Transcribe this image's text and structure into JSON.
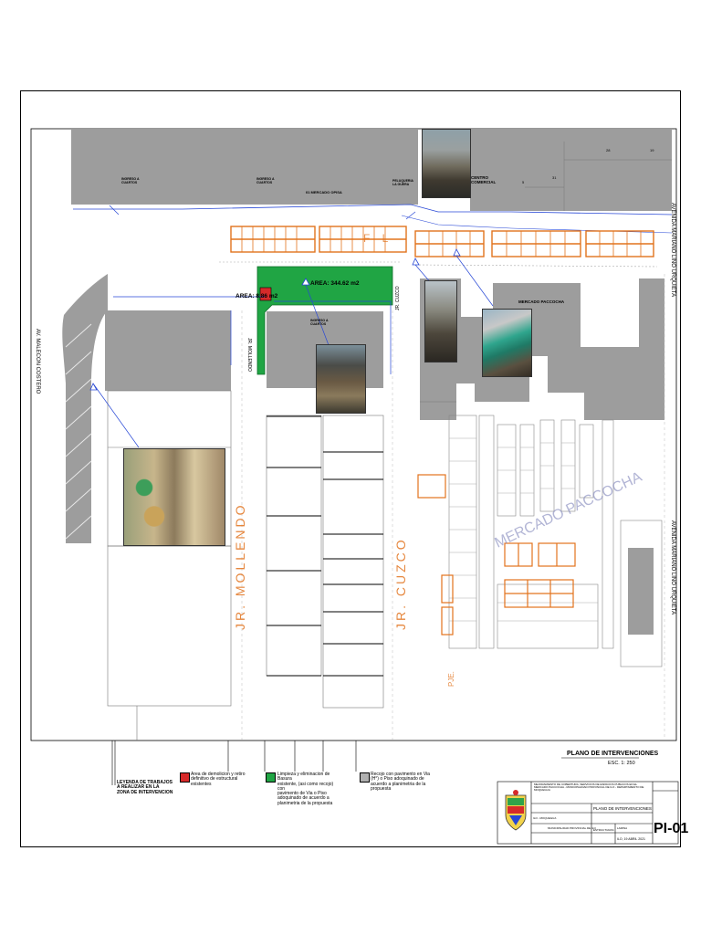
{
  "plan": {
    "labels": {
      "cuarto_a": "INGRESO A\nCUARTOS",
      "cuarto_b": "INGRESO A\nCUARTOS",
      "mercado_top": "01 MERCADO OPISA",
      "peluqueria": "PELUQUERIA\nLA GUERA",
      "centro_comercial": "CENTRO\nCOMERCIAL",
      "mercado_paccocha": "MERCADO PACCOCHA",
      "area_big": "AREA: 344.62 m2",
      "area_small": "AREA: 8.86 m2",
      "ingreso_mid": "INGRESO A\nCUARTOS",
      "jr_moliendo": "JR. MOLLENDO",
      "jr_cuzco": "JR. CUZCO",
      "av_malecon": "AV. MALECON COSTERO",
      "av_mariano": "AVENIDA MARIANO LINO URQUIETA",
      "av_mariano_2": "AVENIDA MARIANO LINO URQUIETA",
      "mercado_watermark": "MERCADO PACCOCHA",
      "jr_moliendo_top": "JR. MOLLENDO",
      "jr_cuzco_top": "JR. CUZCO",
      "pje": "PJE.",
      "num_28": "28",
      "num_19": "19",
      "num_31": "31",
      "num_5": "5",
      "top_label_letters": "F L"
    },
    "plan_title": "PLANO DE INTERVENCIONES",
    "scale": "ESC. 1: 250",
    "legend": {
      "title": "LEYENDA DE TRABAJOS\nA REALIZAR EN LA\nZONA DE INTERVENCION",
      "items": [
        {
          "color": "#d62a2a",
          "text": "Area de demolicion y retiro\ndefinitivo de estructural existentes"
        },
        {
          "color": "#20a544",
          "text": "Limpieza y eliminacion de Basura\nexistente, (asi como recojo) con\npavimento de Via o Piso\nadoquinado de acuerdo a\nplanimetria de la propuesta"
        },
        {
          "color": "#b0b0b0",
          "text": "Recojo con pavimento en Via\n(H°) o Piso adoquinado de\nacuerdo a planimetria de la\npropuesta"
        }
      ]
    },
    "title_block": {
      "sheet_code": "PI-01",
      "sheet_name": "PLANO DE INTERVENCIONES",
      "project_text": "MEJORAMIENTO DE COBERTURA, SERVICIOS DE ESPACIOS PUBLICOS EN EL MERCADO PACCOCHA - MUNICIPALIDAD PROVINCIAL DE ILO - DEPARTAMENTO DE MOQUEGUA",
      "field_1": "ILO - MOQUEGUA",
      "field_2": "MUNICIPALIDAD PROVINCIAL DE ILO",
      "field_3": "ESTRUCTURAS",
      "field_4": "LAMINA",
      "date": "ILO, 19 ABRIL 2021"
    },
    "colors": {
      "building": "#9d9d9d",
      "green_zone": "#20a544",
      "red_zone": "#d62a2a",
      "orange_stalls": "#e2731d",
      "blue_line": "#2747d6"
    }
  }
}
